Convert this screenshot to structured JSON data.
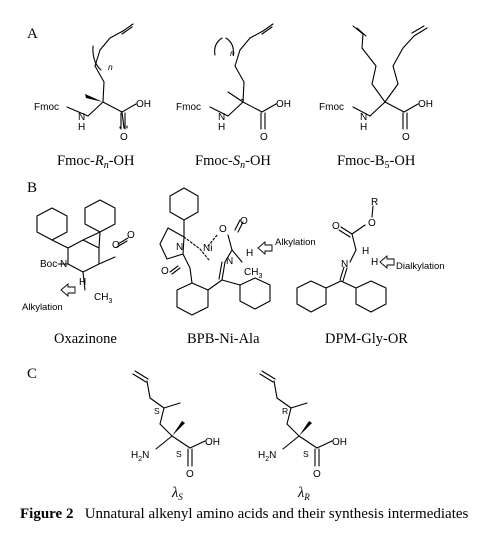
{
  "panels": {
    "a": {
      "letter": "A"
    },
    "b": {
      "letter": "B"
    },
    "c": {
      "letter": "C"
    }
  },
  "atoms": {
    "fmoc": "Fmoc",
    "n": "N",
    "h": "H",
    "oh": "OH",
    "o": "O",
    "boc": "Boc",
    "ch3": "CH",
    "ch3_sub": "3",
    "ni": "Ni",
    "r": "R",
    "h2n": "H",
    "h2n_sub": "2",
    "h2n_n": "N",
    "s": "S",
    "r_label": "R",
    "loop_n": "n"
  },
  "compounds": {
    "a1": {
      "main": "Fmoc-",
      "italic": "R",
      "sub": "n",
      "tail": "-OH"
    },
    "a2": {
      "main": "Fmoc-",
      "italic": "S",
      "sub": "n",
      "tail": "-OH"
    },
    "a3": {
      "main": "Fmoc-B",
      "sub": "5",
      "tail": "-OH"
    },
    "b1": "Oxazinone",
    "b2": "BPB-Ni-Ala",
    "b3": "DPM-Gly-OR",
    "c1": {
      "lambda": "λ",
      "sub": "S"
    },
    "c2": {
      "lambda": "λ",
      "sub": "R"
    }
  },
  "annotations": {
    "alkylation": "Alkylation",
    "dialkylation": "Dialkylation"
  },
  "caption": {
    "label": "Figure 2",
    "text": "Unnatural alkenyl amino acids and their synthesis intermediates"
  }
}
